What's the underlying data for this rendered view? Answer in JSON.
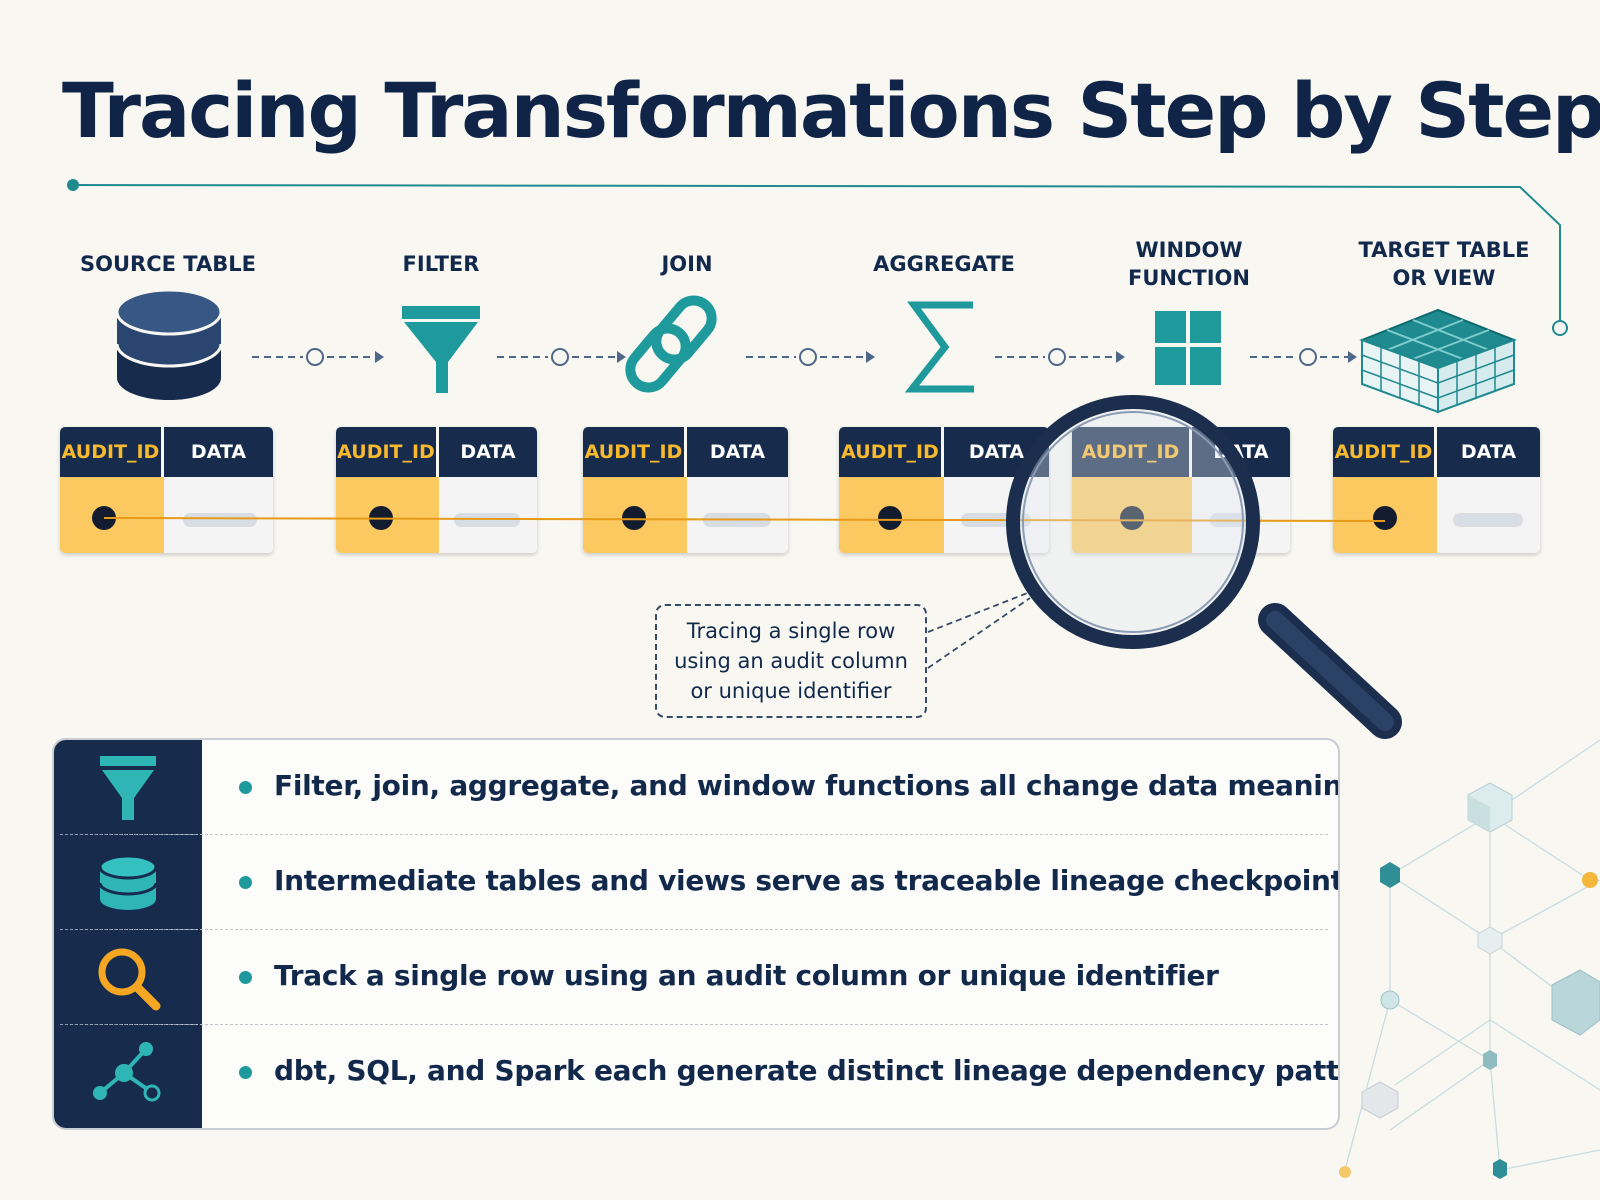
{
  "title": "Tracing Transformations Step by Step",
  "stages": [
    {
      "line1": "SOURCE TABLE",
      "line2": "",
      "icon": "database-icon"
    },
    {
      "line1": "FILTER",
      "line2": "",
      "icon": "funnel-icon"
    },
    {
      "line1": "JOIN",
      "line2": "",
      "icon": "chain-link-icon"
    },
    {
      "line1": "AGGREGATE",
      "line2": "",
      "icon": "sigma-icon"
    },
    {
      "line1": "WINDOW",
      "line2": "FUNCTION",
      "icon": "window-grid-icon"
    },
    {
      "line1": "TARGET TABLE",
      "line2": "OR VIEW",
      "icon": "table-cube-icon"
    }
  ],
  "table_columns": {
    "audit": "AUDIT_ID",
    "data": "DATA"
  },
  "callout": {
    "line1": "Tracing a single row",
    "line2": "using an audit column",
    "line3": "or unique identifier"
  },
  "points": [
    {
      "text": "Filter, join, aggregate, and window functions all change data meaning",
      "icon": "funnel-icon"
    },
    {
      "text": "Intermediate tables and views serve as traceable lineage checkpoints",
      "icon": "database-icon"
    },
    {
      "text": "Track a single row using an audit column or unique identifier",
      "icon": "magnifier-icon"
    },
    {
      "text": "dbt, SQL, and Spark each generate distinct lineage dependency patterns",
      "icon": "network-nodes-icon"
    }
  ],
  "colors": {
    "navy": "#172c4d",
    "teal": "#1f9a9c",
    "amber": "#f8b92e",
    "background": "#f8f7f2"
  }
}
